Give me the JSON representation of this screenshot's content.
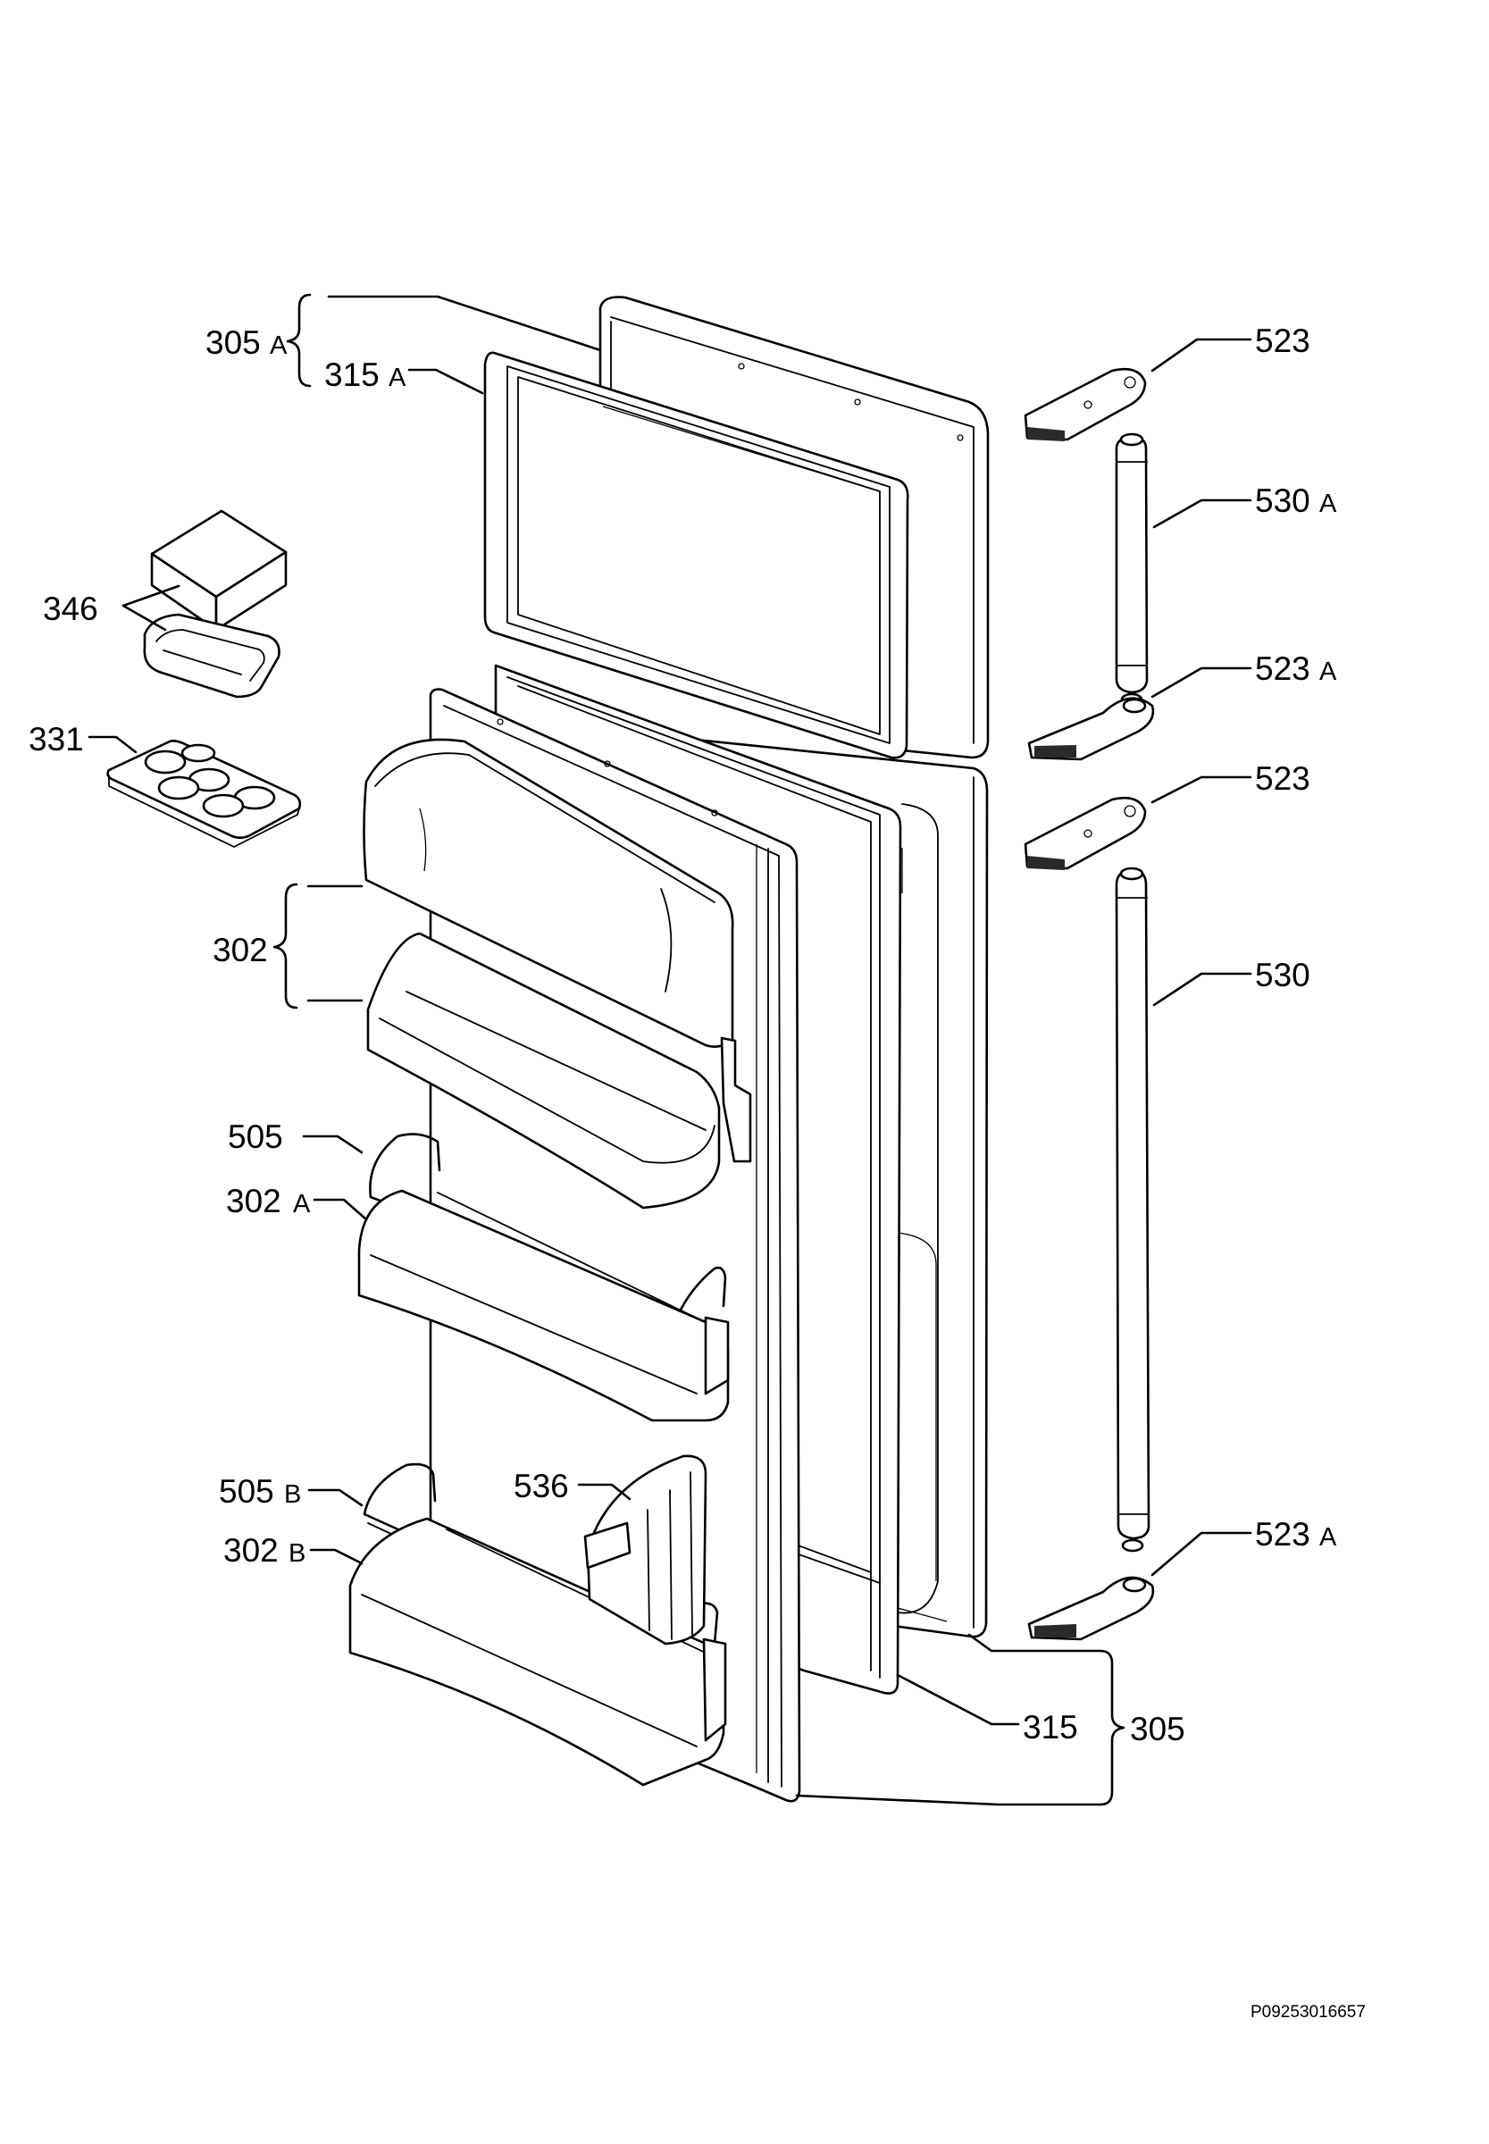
{
  "callouts": [
    {
      "id": "c305a",
      "num": "305",
      "suffix": "A"
    },
    {
      "id": "c315a",
      "num": "315",
      "suffix": "A"
    },
    {
      "id": "c346",
      "num": "346",
      "suffix": ""
    },
    {
      "id": "c331",
      "num": "331",
      "suffix": ""
    },
    {
      "id": "c302",
      "num": "302",
      "suffix": ""
    },
    {
      "id": "c505",
      "num": "505",
      "suffix": ""
    },
    {
      "id": "c302a",
      "num": "302",
      "suffix": "A"
    },
    {
      "id": "c505b",
      "num": "505",
      "suffix": "B"
    },
    {
      "id": "c536",
      "num": "536",
      "suffix": ""
    },
    {
      "id": "c302b",
      "num": "302",
      "suffix": "B"
    },
    {
      "id": "c523t",
      "num": "523",
      "suffix": ""
    },
    {
      "id": "c530a",
      "num": "530",
      "suffix": "A"
    },
    {
      "id": "c523a1",
      "num": "523",
      "suffix": "A"
    },
    {
      "id": "c523m",
      "num": "523",
      "suffix": ""
    },
    {
      "id": "c530",
      "num": "530",
      "suffix": ""
    },
    {
      "id": "c523a2",
      "num": "523",
      "suffix": "A"
    },
    {
      "id": "c315",
      "num": "315",
      "suffix": ""
    },
    {
      "id": "c305",
      "num": "305",
      "suffix": ""
    }
  ],
  "footer": {
    "code": "P09253016657"
  }
}
